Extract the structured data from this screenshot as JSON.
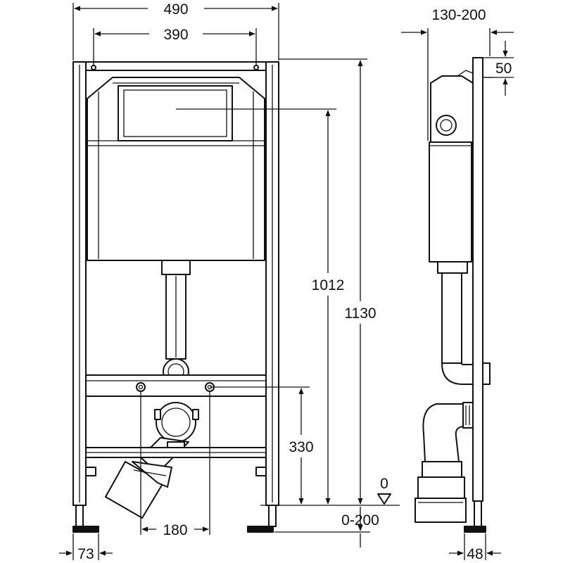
{
  "front_view": {
    "dim_total_width": "490",
    "dim_mount_width": "390",
    "dim_actuator_height": "1012",
    "dim_frame_height": "1130",
    "dim_drain_height": "330",
    "dim_bolt_spacing": "180",
    "dim_foot_width": "73",
    "dim_foot_adjust": "0-200",
    "floor_level_mark": "0"
  },
  "side_view": {
    "dim_depth_range": "130-200",
    "dim_top_offset": "50",
    "dim_foot_depth": "48"
  }
}
